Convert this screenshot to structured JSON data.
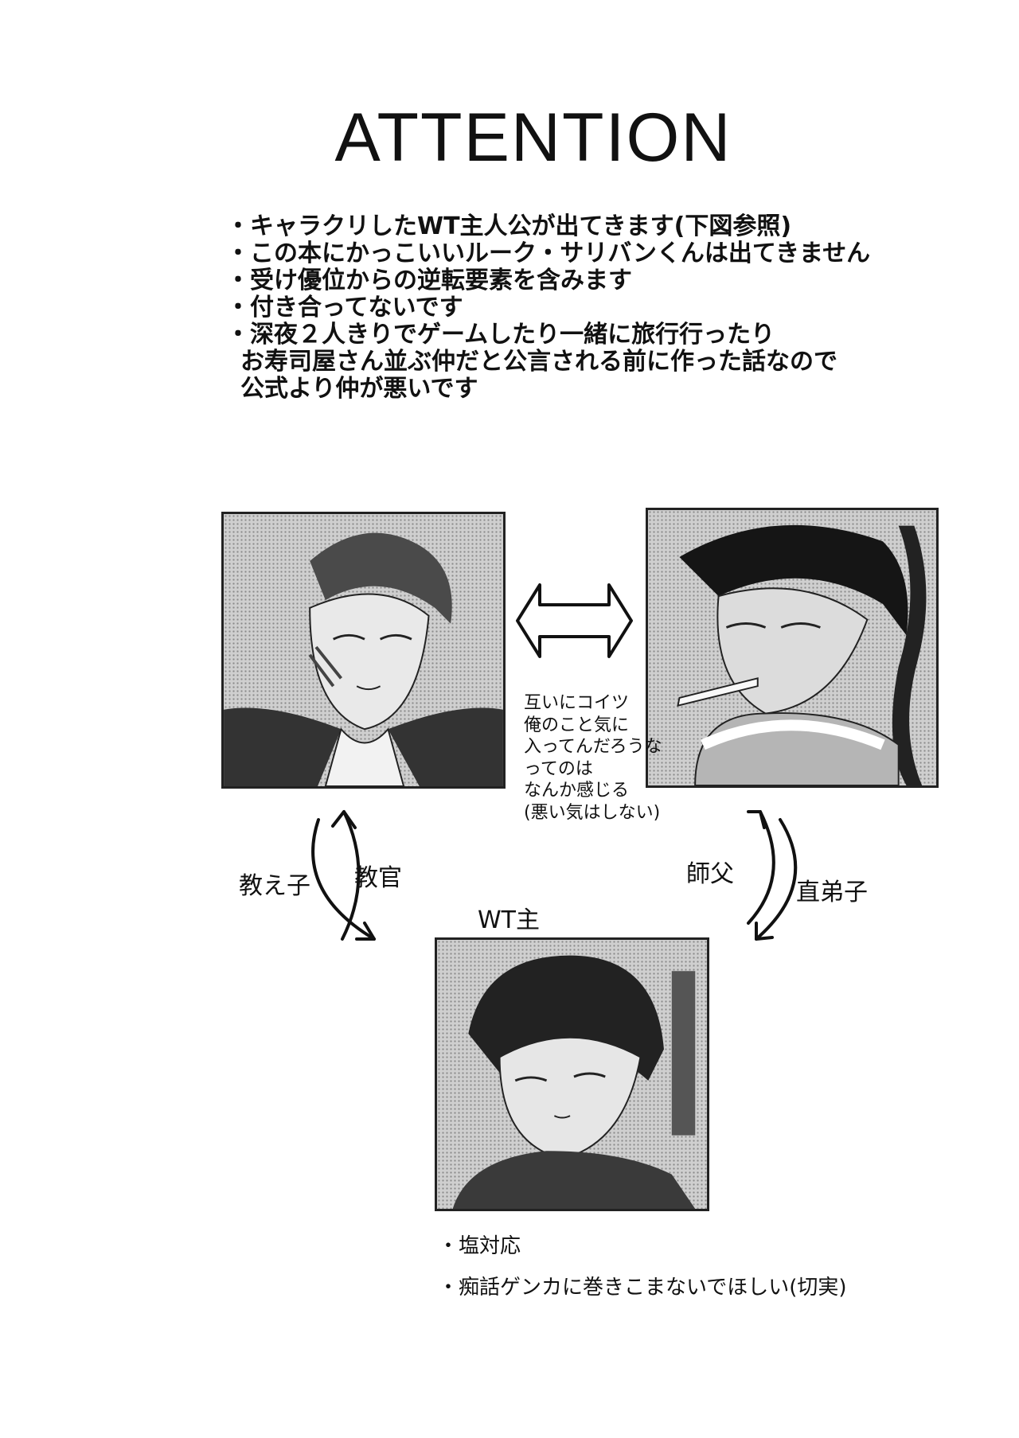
{
  "title": "ATTENTION",
  "notes": [
    "・キャラクリしたWT主人公が出てきます(下図参照)",
    "・この本にかっこいいルーク・サリバンくんは出てきません",
    "・受け優位からの逆転要素を含みます",
    "・付き合ってないです",
    "・深夜２人きりでゲームしたり一緒に旅行行ったり",
    "お寿司屋さん並ぶ仲だと公言される前に作った話なので",
    "公式より仲が悪いです"
  ],
  "diagram": {
    "middle_note": [
      "互いにコイツ",
      "俺のこと気に",
      "入ってんだろうな",
      "ってのは",
      "なんか感じる",
      "(悪い気はしない)"
    ],
    "left_outer": "教え子",
    "left_inner": "教官",
    "right_inner": "師父",
    "right_outer": "直弟子",
    "bottom_label": "WT主",
    "bottom_notes": [
      "・塩対応",
      "・痴話ゲンカに巻きこまないでほしい(切実)"
    ]
  }
}
